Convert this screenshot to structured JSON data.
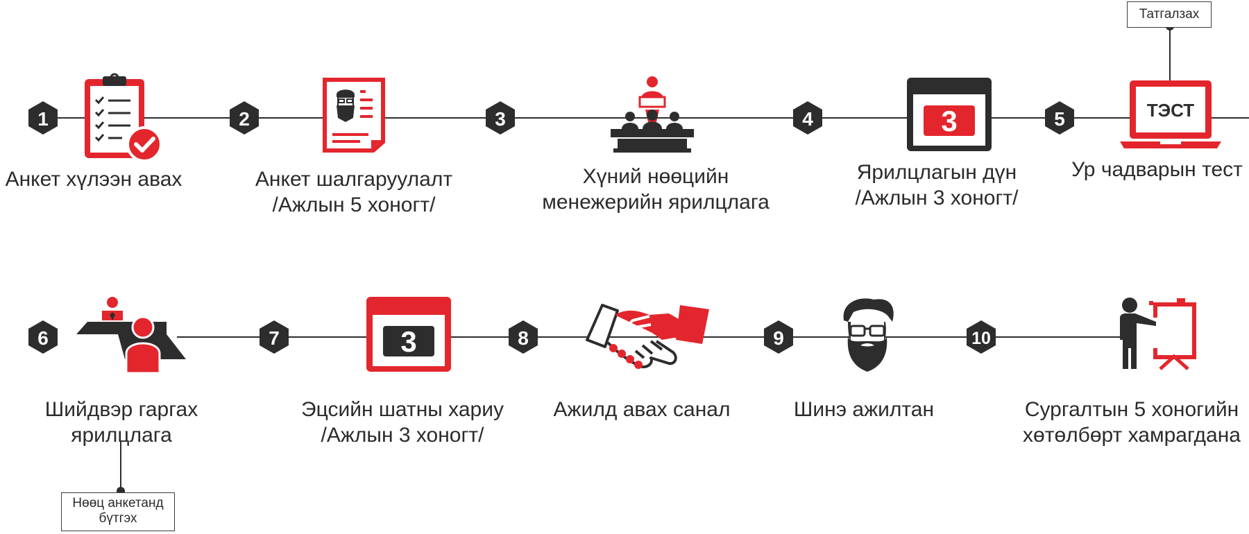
{
  "colors": {
    "accent": "#e3262d",
    "dark": "#2d2d2d",
    "line": "#2d2d2d"
  },
  "steps": [
    {
      "num": "1",
      "line1": "Анкет хүлээн авах",
      "line2": "",
      "icon": "clipboard-check-icon"
    },
    {
      "num": "2",
      "line1": "Анкет шалгаруулалт",
      "line2": "/Ажлын 5 хоногт/",
      "icon": "resume-icon"
    },
    {
      "num": "3",
      "line1": "Хүний нөөцийн",
      "line2": "менежерийн ярилцлага",
      "icon": "panel-interview-icon"
    },
    {
      "num": "4",
      "line1": "Ярилцлагын дүн",
      "line2": "/Ажлын 3 хоногт/",
      "icon": "calendar-3-icon"
    },
    {
      "num": "5",
      "line1": "Ур чадварын тест",
      "line2": "",
      "icon": "laptop-test-icon",
      "screen_text": "ТЭСТ"
    },
    {
      "num": "6",
      "line1": "Шийдвэр гаргах",
      "line2": "ярилцлага",
      "icon": "decision-interview-icon"
    },
    {
      "num": "7",
      "line1": "Эцсийн шатны хариу",
      "line2": "/Ажлын 3 хоногт/",
      "icon": "calendar-3-icon"
    },
    {
      "num": "8",
      "line1": "Ажилд авах санал",
      "line2": "",
      "icon": "handshake-icon"
    },
    {
      "num": "9",
      "line1": "Шинэ ажилтан",
      "line2": "",
      "icon": "bearded-man-icon"
    },
    {
      "num": "10",
      "line1": "Сургалтын 5 хоногийн",
      "line2": "хөтөлбөрт хамрагдана",
      "icon": "training-presenter-icon"
    }
  ],
  "calendar_digit": "3",
  "notes": {
    "reject": "Татгалзах",
    "reserve_line1": "Нөөц анкетанд",
    "reserve_line2": "бүтгэх"
  }
}
